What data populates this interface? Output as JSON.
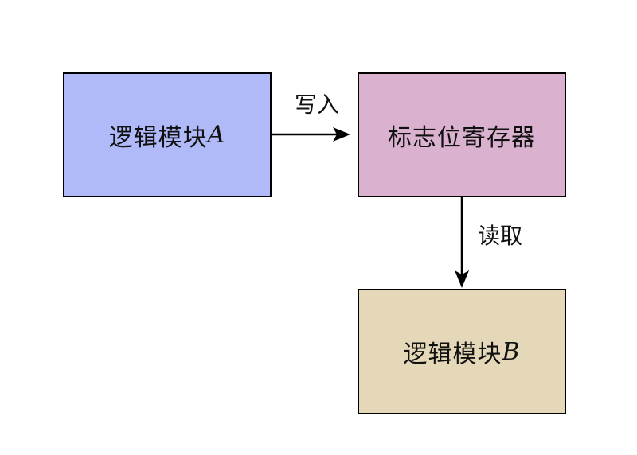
{
  "nodes": {
    "module_a": {
      "label": "逻辑模块",
      "suffix": "A",
      "fill": "#b0baf8"
    },
    "flag_register": {
      "label": "标志位寄存器",
      "fill": "#dab2cf"
    },
    "module_b": {
      "label": "逻辑模块",
      "suffix": "B",
      "fill": "#e4d8b8"
    }
  },
  "edges": {
    "write": {
      "label": "写入",
      "from": "module_a",
      "to": "flag_register"
    },
    "read": {
      "label": "读取",
      "from": "flag_register",
      "to": "module_b"
    }
  },
  "colors": {
    "stroke": "#000000"
  }
}
